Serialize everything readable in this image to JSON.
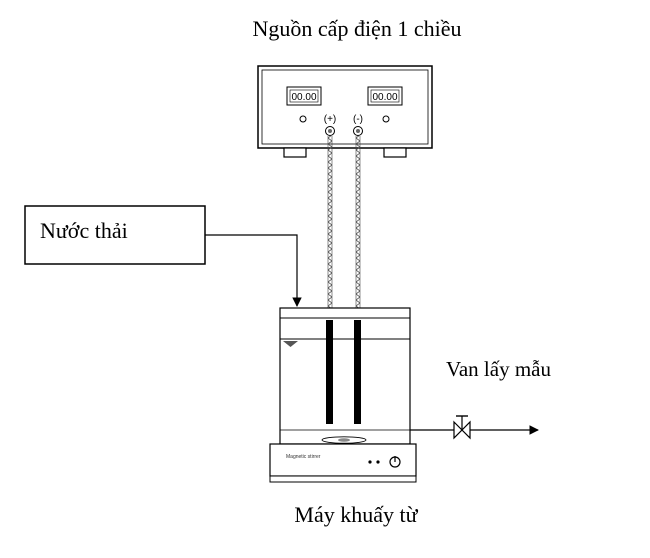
{
  "labels": {
    "power_supply": "Nguồn cấp điện 1 chiều",
    "wastewater": "Nước thải",
    "sampling_valve": "Van lấy mẫu",
    "magnetic_stirrer": "Máy khuấy từ"
  },
  "power_supply": {
    "display_left": "00.00",
    "display_right": "00.00",
    "terminal_positive": "(+)",
    "terminal_negative": "(-)"
  },
  "stirrer": {
    "brand_text": "Magnetic stirrer"
  }
}
